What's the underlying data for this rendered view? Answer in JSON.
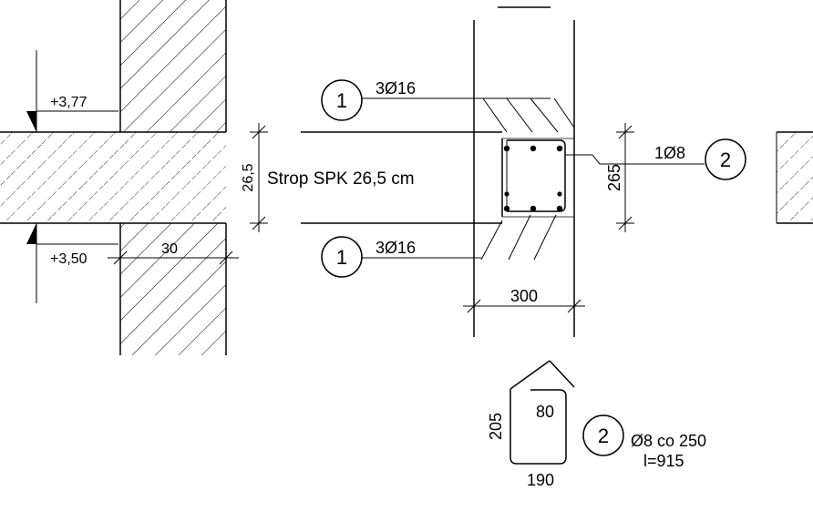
{
  "levels": {
    "top": "+3,77",
    "bottom": "+3,50"
  },
  "wall": {
    "thickness": "30"
  },
  "slab": {
    "label": "Strop SPK 26,5 cm",
    "thickness": "26,5"
  },
  "beam": {
    "width": "300",
    "height": "265"
  },
  "bars": {
    "top": {
      "mark": "1",
      "spec": "3Ø16"
    },
    "bottom": {
      "mark": "1",
      "spec": "3Ø16"
    },
    "stirrup": {
      "mark": "2",
      "spec": "1Ø8"
    }
  },
  "stirrup_detail": {
    "mark": "2",
    "height": "205",
    "width": "190",
    "hook": "80",
    "spacing": "Ø8 co 250",
    "length": "l=915"
  },
  "colors": {
    "line": "#000000",
    "background": "#ffffff"
  }
}
